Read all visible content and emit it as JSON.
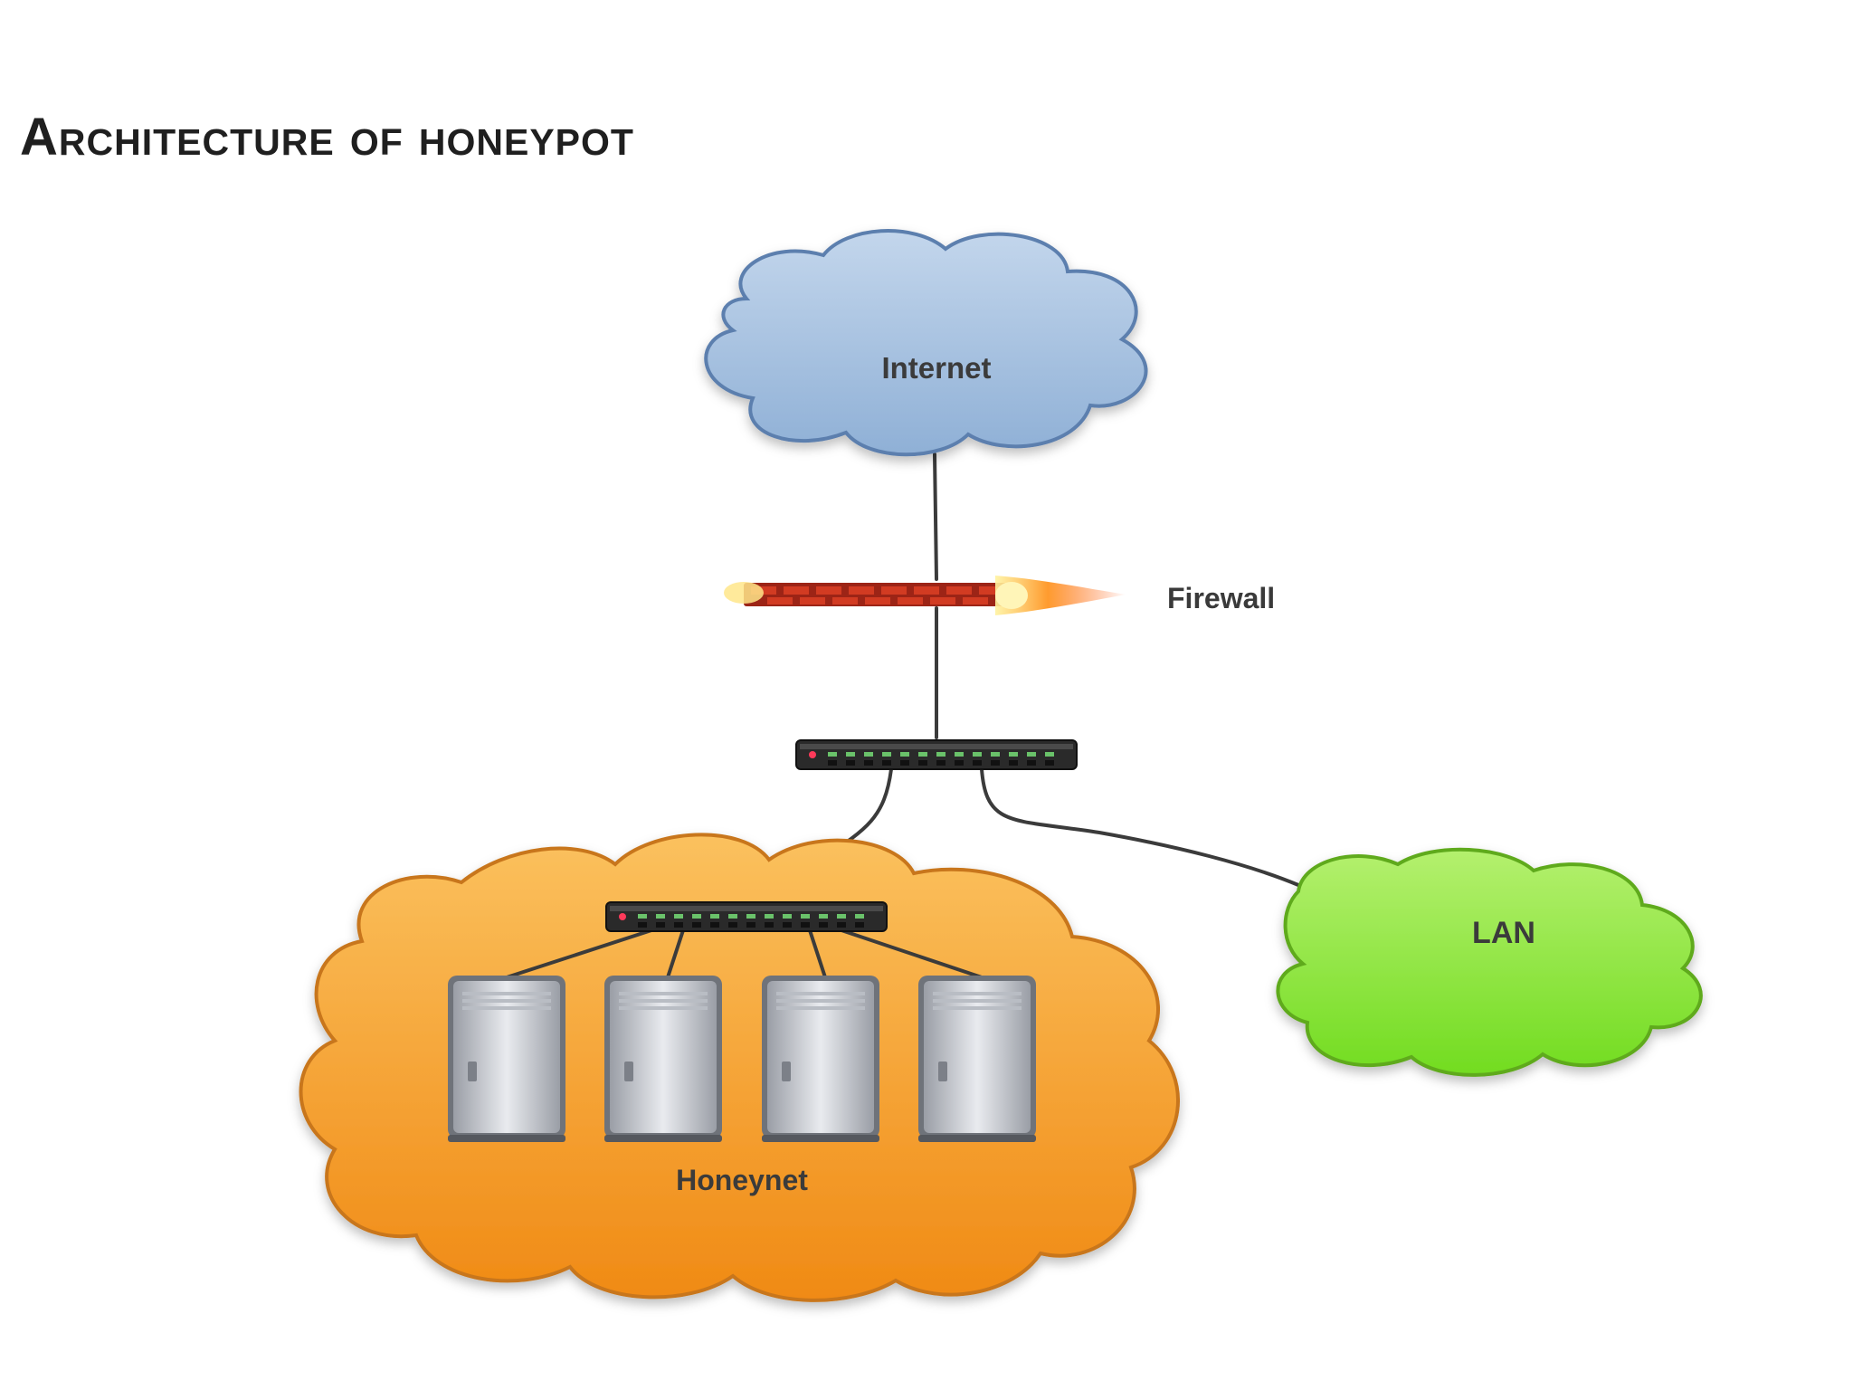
{
  "slide": {
    "title": "Architecture of honeypot"
  },
  "diagram": {
    "nodes": {
      "internet": {
        "label": "Internet",
        "shape": "cloud",
        "color": "#a9c3e0"
      },
      "firewall": {
        "label": "Firewall",
        "shape": "firewall-icon",
        "color": "#b02a1c"
      },
      "main_switch": {
        "label": "",
        "shape": "network-switch-icon",
        "color": "#2b2b2b"
      },
      "honeynet": {
        "label": "Honeynet",
        "shape": "cloud",
        "color": "#f7a12e"
      },
      "honeynet_switch": {
        "label": "",
        "shape": "network-switch-icon",
        "color": "#2b2b2b"
      },
      "lan": {
        "label": "LAN",
        "shape": "cloud",
        "color": "#8ee63a"
      }
    },
    "servers": [
      {
        "id": "server-1",
        "shape": "server-tower-icon"
      },
      {
        "id": "server-2",
        "shape": "server-tower-icon"
      },
      {
        "id": "server-3",
        "shape": "server-tower-icon"
      },
      {
        "id": "server-4",
        "shape": "server-tower-icon"
      }
    ],
    "edges": [
      {
        "from": "internet",
        "to": "firewall"
      },
      {
        "from": "firewall",
        "to": "main_switch"
      },
      {
        "from": "main_switch",
        "to": "honeynet_switch"
      },
      {
        "from": "main_switch",
        "to": "lan"
      },
      {
        "from": "honeynet_switch",
        "to": "server-1"
      },
      {
        "from": "honeynet_switch",
        "to": "server-2"
      },
      {
        "from": "honeynet_switch",
        "to": "server-3"
      },
      {
        "from": "honeynet_switch",
        "to": "server-4"
      }
    ]
  }
}
